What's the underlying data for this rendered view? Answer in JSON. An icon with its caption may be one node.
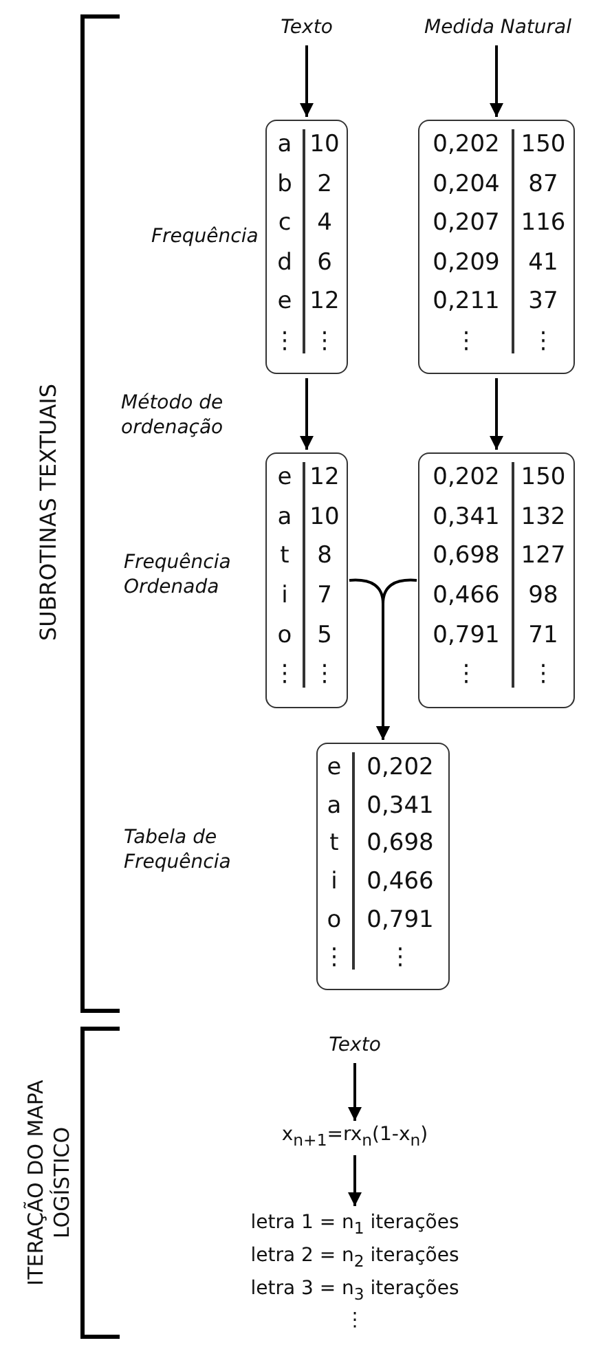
{
  "diagram": {
    "nodes": [
      {
        "text": [
          "Texto"
        ]
      },
      {
        "text": [
          "Medida Natural"
        ]
      },
      {
        "text": [
          "a",
          "10",
          "b",
          "2",
          "c",
          "4",
          "d",
          "6",
          "e",
          "12",
          "⋮",
          "⋮"
        ]
      },
      {
        "text": [
          "0,202",
          "150",
          "0,204",
          "87",
          "0,207",
          "116",
          "0,209",
          "41",
          "0,211",
          "37",
          "⋮",
          "⋮"
        ]
      },
      {
        "text": [
          "e",
          "12",
          "a",
          "10",
          "t",
          "8",
          "i",
          "7",
          "o",
          "5",
          "⋮",
          "⋮"
        ]
      },
      {
        "text": [
          "0,202",
          "150",
          "0,341",
          "132",
          "0,698",
          "127",
          "0,466",
          "98",
          "0,791",
          "71",
          "⋮",
          "⋮"
        ]
      },
      {
        "text": [
          "e",
          "0,202",
          "a",
          "0,341",
          "t",
          "0,698",
          "i",
          "0,466",
          "o",
          "0,791",
          "⋮",
          "⋮"
        ]
      },
      {
        "text": [
          "Texto"
        ]
      },
      {
        "text": [
          "x$_{n+1}$=rx$_{n}$(1-x$_{n}$)"
        ]
      },
      {
        "text": [
          "letra 1 = n$_{1}$ iterações",
          "letra 2 = n$_{2}$ iterações",
          "letra 3 = n$_{3}$ iterações",
          "⋮"
        ]
      }
    ],
    "edges": [
      {
        "from": 0,
        "to": 2,
        "arrow": "to"
      },
      {
        "from": 1,
        "to": 3,
        "arrow": "to"
      },
      {
        "from": 2,
        "to": 4,
        "arrow": "to"
      },
      {
        "from": 3,
        "to": 5,
        "arrow": "to"
      },
      {
        "from": 4,
        "to": 6,
        "arrow": "to"
      },
      {
        "from": 5,
        "to": 6,
        "arrow": "to"
      },
      {
        "from": 7,
        "to": 8,
        "arrow": "to"
      },
      {
        "from": 8,
        "to": 9,
        "arrow": "to"
      }
    ],
    "labels": [
      "SUBROTINAS TEXTUAIS",
      "Frequência",
      "Método de ordenação",
      "Frequência Ordenada",
      "Tabela de Frequência",
      "ITERAÇÃO DO MAPA LOGÍSTICO"
    ]
  }
}
